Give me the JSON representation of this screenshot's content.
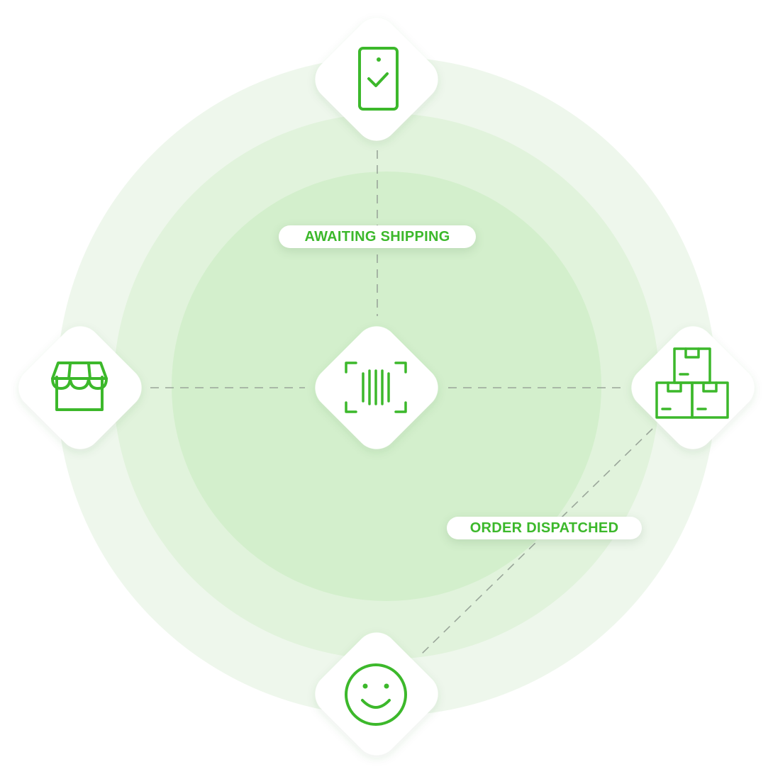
{
  "colors": {
    "accent": "#3cb82b",
    "ring_outer": "#eef7ec",
    "ring_middle": "#e1f3dc",
    "ring_inner": "#d3efcc",
    "connector": "#9aa69a"
  },
  "labels": {
    "awaiting_shipping": "AWAITING SHIPPING",
    "order_dispatched": "ORDER DISPATCHED"
  },
  "nodes": [
    {
      "id": "top",
      "icon": "smartphone-check-icon"
    },
    {
      "id": "left",
      "icon": "storefront-icon"
    },
    {
      "id": "center",
      "icon": "barcode-scan-icon"
    },
    {
      "id": "right",
      "icon": "stacked-boxes-icon"
    },
    {
      "id": "bottom",
      "icon": "smiley-face-icon"
    }
  ]
}
